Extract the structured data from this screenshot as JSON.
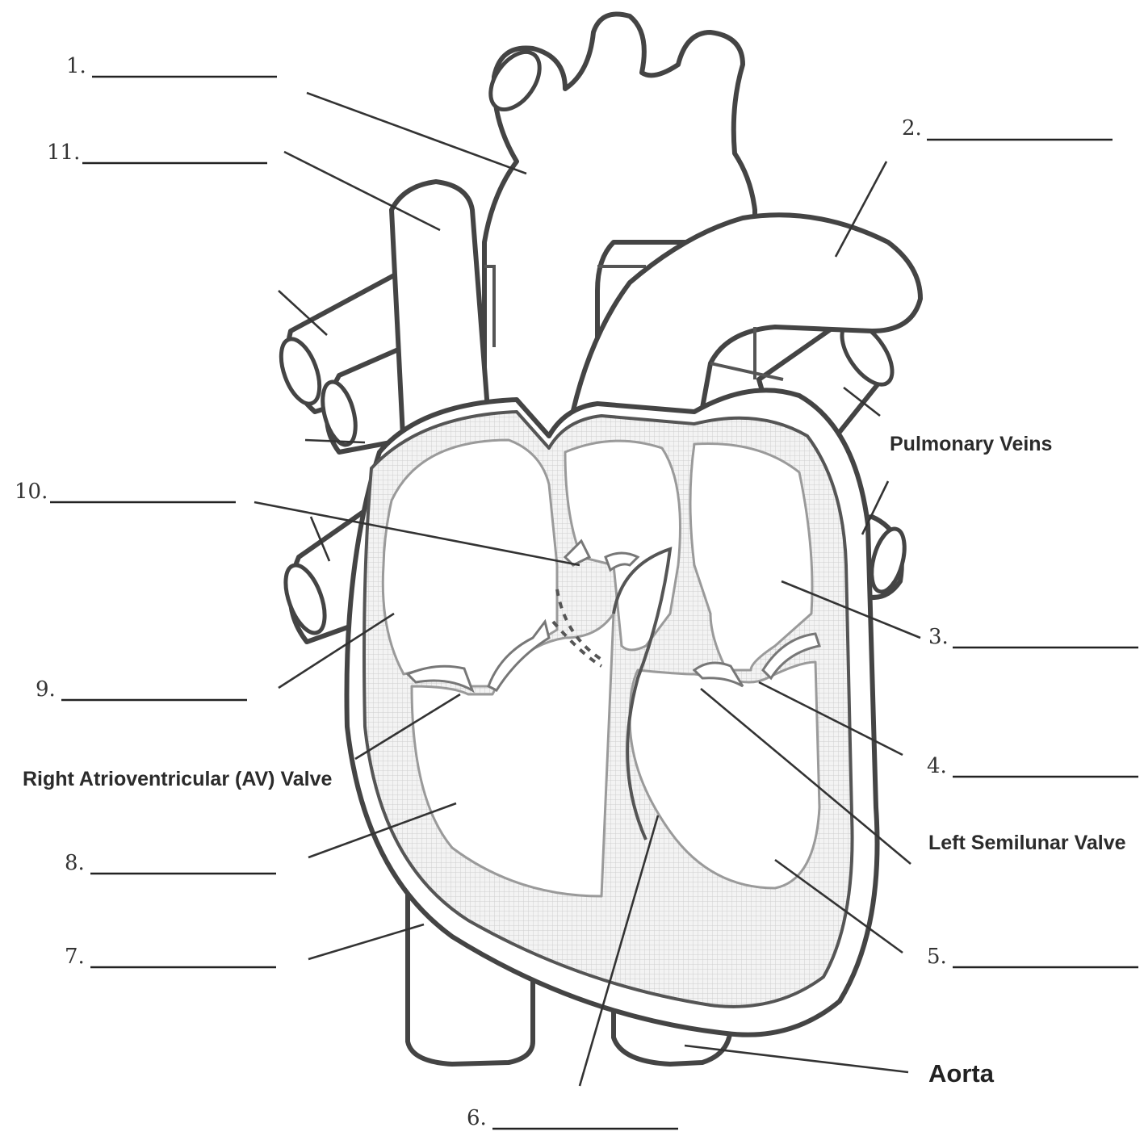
{
  "blanks": [
    {
      "num": "1."
    },
    {
      "num": "2."
    },
    {
      "num": "3."
    },
    {
      "num": "4."
    },
    {
      "num": "5."
    },
    {
      "num": "6."
    },
    {
      "num": "7."
    },
    {
      "num": "8."
    },
    {
      "num": "9."
    },
    {
      "num": "10."
    },
    {
      "num": "11."
    }
  ],
  "labels": {
    "pulmonary_veins": "Pulmonary Veins",
    "right_av_valve": "Right Atrioventricular  (AV) Valve",
    "left_semilunar_valve": "Left Semilunar Valve",
    "aorta": "Aorta"
  }
}
